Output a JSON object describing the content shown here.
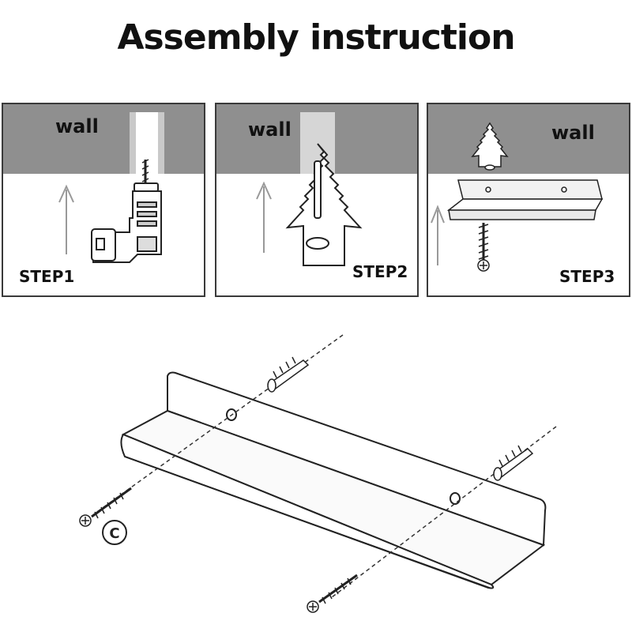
{
  "title": "Assembly instruction",
  "steps": [
    {
      "wall_label": "wall",
      "step_label": "STEP1"
    },
    {
      "wall_label": "wall",
      "step_label": "STEP2"
    },
    {
      "wall_label": "wall",
      "step_label": "STEP3"
    }
  ],
  "diagram": {
    "callout_letter": "C"
  }
}
